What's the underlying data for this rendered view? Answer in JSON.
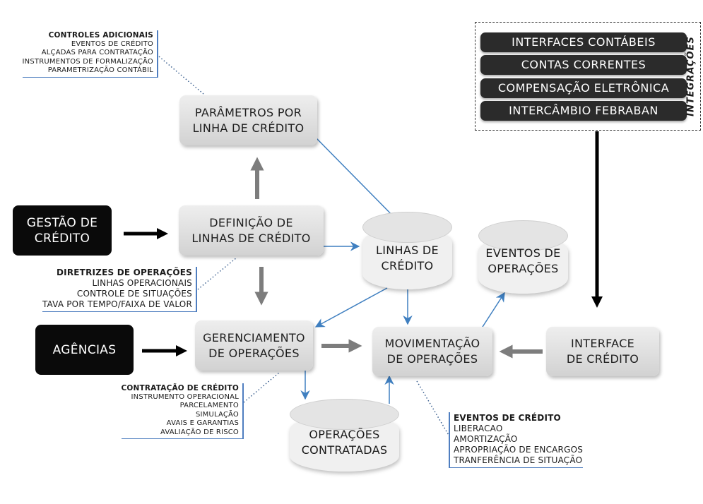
{
  "nodes": {
    "parametros": "PARÂMETROS POR\nLINHA DE CRÉDITO",
    "definicao": "DEFINIÇÃO DE\nLINHAS DE CRÉDITO",
    "gestao": "GESTÃO DE\nCRÉDITO",
    "agencias": "AGÊNCIAS",
    "gerenciamento": "GERENCIAMENTO\nDE OPERAÇÕES",
    "movimentacao": "MOVIMENTAÇÃO\nDE OPERAÇÕES",
    "interface": "INTERFACE\nDE CRÉDITO"
  },
  "databases": {
    "linhas": "LINHAS DE\nCRÉDITO",
    "eventos": "EVENTOS DE\nOPERAÇÕES",
    "contratadas": "OPERAÇÕES\nCONTRATADAS"
  },
  "notes": {
    "controles": {
      "heading": "CONTROLES ADICIONAIS",
      "items": [
        "EVENTOS DE CRÉDITO",
        "ALÇADAS PARA CONTRATAÇÃO",
        "INSTRUMENTOS DE FORMALIZAÇÃO",
        "PARAMETRIZAÇÃO CONTÁBIL"
      ]
    },
    "diretrizes": {
      "heading": "DIRETRIZES DE OPERAÇÕES",
      "items": [
        "LINHAS OPERACIONAIS",
        "CONTROLE DE SITUAÇÕES",
        "TAVA POR TEMPO/FAIXA DE VALOR"
      ]
    },
    "contratacao": {
      "heading": "CONTRATAÇÃO DE CRÉDITO",
      "items": [
        "INSTRUMENTO OPERACIONAL",
        "PARCELAMENTO",
        "SIMULAÇÃO",
        "AVAIS E GARANTIAS",
        "AVALIAÇÃO DE RISCO"
      ]
    },
    "eventos_credito": {
      "heading": "EVENTOS DE CRÉDITO",
      "items": [
        "LIBERACAO",
        "AMORTIZAÇÃO",
        "APROPRIAÇÃO DE ENCARGOS",
        "TRANFERÊNCIA DE SITUAÇÃO"
      ]
    }
  },
  "integracoes": {
    "title": "INTEGRAÇÕES",
    "items": [
      "INTERFACES CONTÁBEIS",
      "CONTAS CORRENTES",
      "COMPENSAÇÃO ELETRÔNICA",
      "INTERCÂMBIO FEBRABAN"
    ]
  },
  "colors": {
    "blue_arrow": "#3f7fc0",
    "gray_arrow": "#7d7d7d",
    "black_arrow": "#000000",
    "dark_node": "#0a0a0a",
    "integration_bar": "#2b2b2b"
  }
}
